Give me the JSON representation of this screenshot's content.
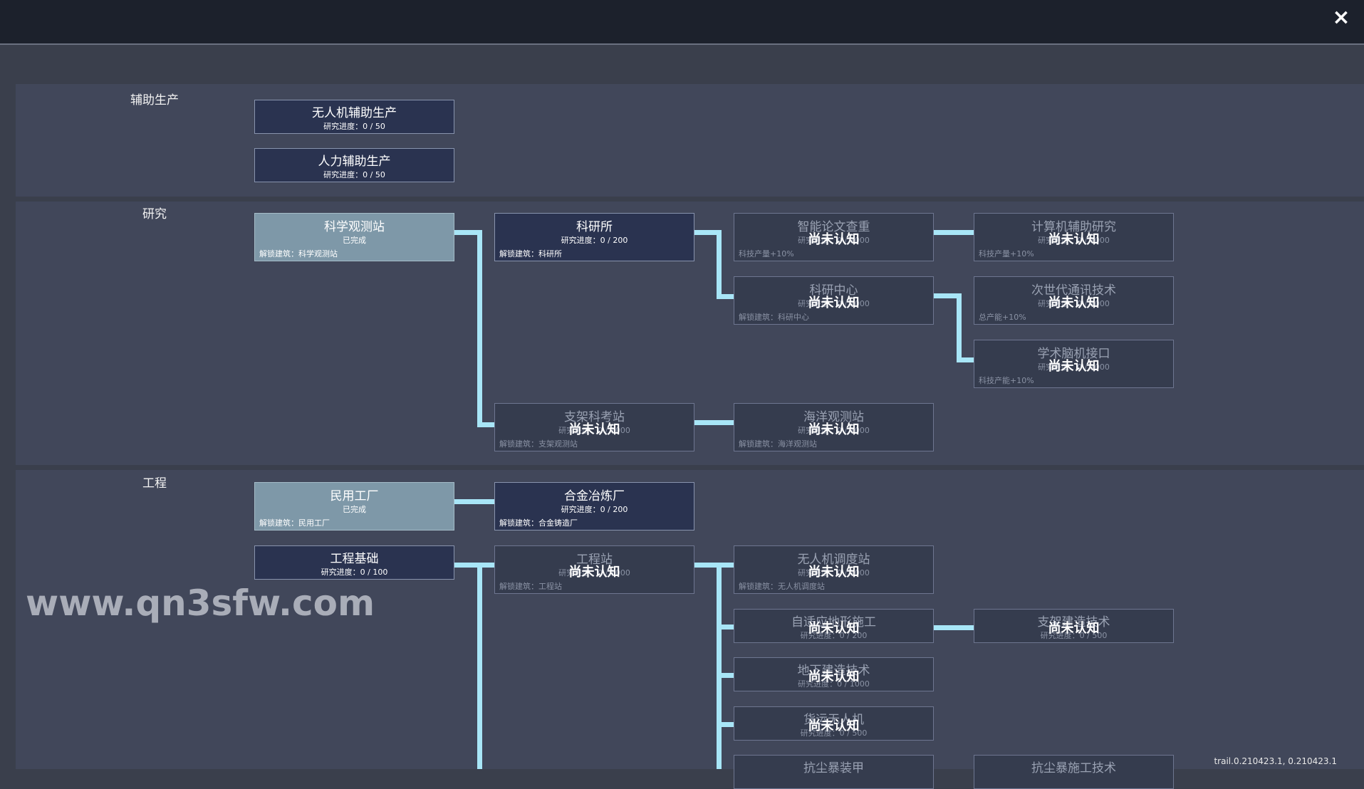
{
  "window": {
    "close_icon": "×"
  },
  "categories": [
    {
      "label": "辅助生产"
    },
    {
      "label": "研究"
    },
    {
      "label": "工程"
    }
  ],
  "nodes": {
    "drone_assist": {
      "title": "无人机辅助生产",
      "sub": "研究进度：0 / 50"
    },
    "human_assist": {
      "title": "人力辅助生产",
      "sub": "研究进度：0 / 50"
    },
    "sci_station": {
      "title": "科学观测站",
      "sub": "已完成",
      "foot": "解锁建筑：科学观测站"
    },
    "research_inst": {
      "title": "科研所",
      "sub": "研究进度：0 / 200",
      "foot": "解锁建筑：科研所"
    },
    "paper_check": {
      "title": "智能论文查重",
      "sub": "研究进度：0 / 1000",
      "foot": "科技产量+10%",
      "overlay": "尚未认知"
    },
    "cad_research": {
      "title": "计算机辅助研究",
      "sub": "研究进度：0 / 1000",
      "foot": "科技产量+10%",
      "overlay": "尚未认知"
    },
    "research_center": {
      "title": "科研中心",
      "sub": "研究进度：0 / 1000",
      "foot": "解锁建筑：科研中心",
      "overlay": "尚未认知"
    },
    "next_comm": {
      "title": "次世代通讯技术",
      "sub": "研究进度：0 / 1000",
      "foot": "总产能+10%",
      "overlay": "尚未认知"
    },
    "brain_interface": {
      "title": "学术脑机接口",
      "sub": "研究进度：0 / 1000",
      "foot": "科技产能+10%",
      "overlay": "尚未认知"
    },
    "support_station": {
      "title": "支架科考站",
      "sub": "研究进度：0 / 1000",
      "foot": "解锁建筑：支架观测站",
      "overlay": "尚未认知"
    },
    "ocean_station": {
      "title": "海洋观测站",
      "sub": "研究进度：0 / 1000",
      "foot": "解锁建筑：海洋观测站",
      "overlay": "尚未认知"
    },
    "civil_factory": {
      "title": "民用工厂",
      "sub": "已完成",
      "foot": "解锁建筑：民用工厂"
    },
    "alloy_smelter": {
      "title": "合金冶炼厂",
      "sub": "研究进度：0 / 200",
      "foot": "解锁建筑：合金铸造厂"
    },
    "eng_basics": {
      "title": "工程基础",
      "sub": "研究进度：0 / 100"
    },
    "eng_station": {
      "title": "工程站",
      "sub": "研究进度：0 / 1000",
      "foot": "解锁建筑：工程站",
      "overlay": "尚未认知"
    },
    "drone_dispatch": {
      "title": "无人机调度站",
      "sub": "研究进度：0 / 1000",
      "foot": "解锁建筑：无人机调度站",
      "overlay": "尚未认知"
    },
    "adaptive_terrain": {
      "title": "自适应地形施工",
      "sub": "研究进度：0 / 200",
      "overlay": "尚未认知"
    },
    "support_build": {
      "title": "支架建造技术",
      "sub": "研究进度：0 / 500",
      "overlay": "尚未认知"
    },
    "underground": {
      "title": "地下建造技术",
      "sub": "研究进度：0 / 1000",
      "overlay": "尚未认知"
    },
    "cargo_drone": {
      "title": "货运无人机",
      "sub": "研究进度：0 / 500",
      "overlay": "尚未认知"
    },
    "dust_storm_gear": {
      "title": "抗尘暴装甲"
    },
    "dust_storm_build": {
      "title": "抗尘暴施工技术"
    }
  },
  "watermark": "www.qn3sfw.com",
  "version": "trail.0.210423.1, 0.210423.1"
}
